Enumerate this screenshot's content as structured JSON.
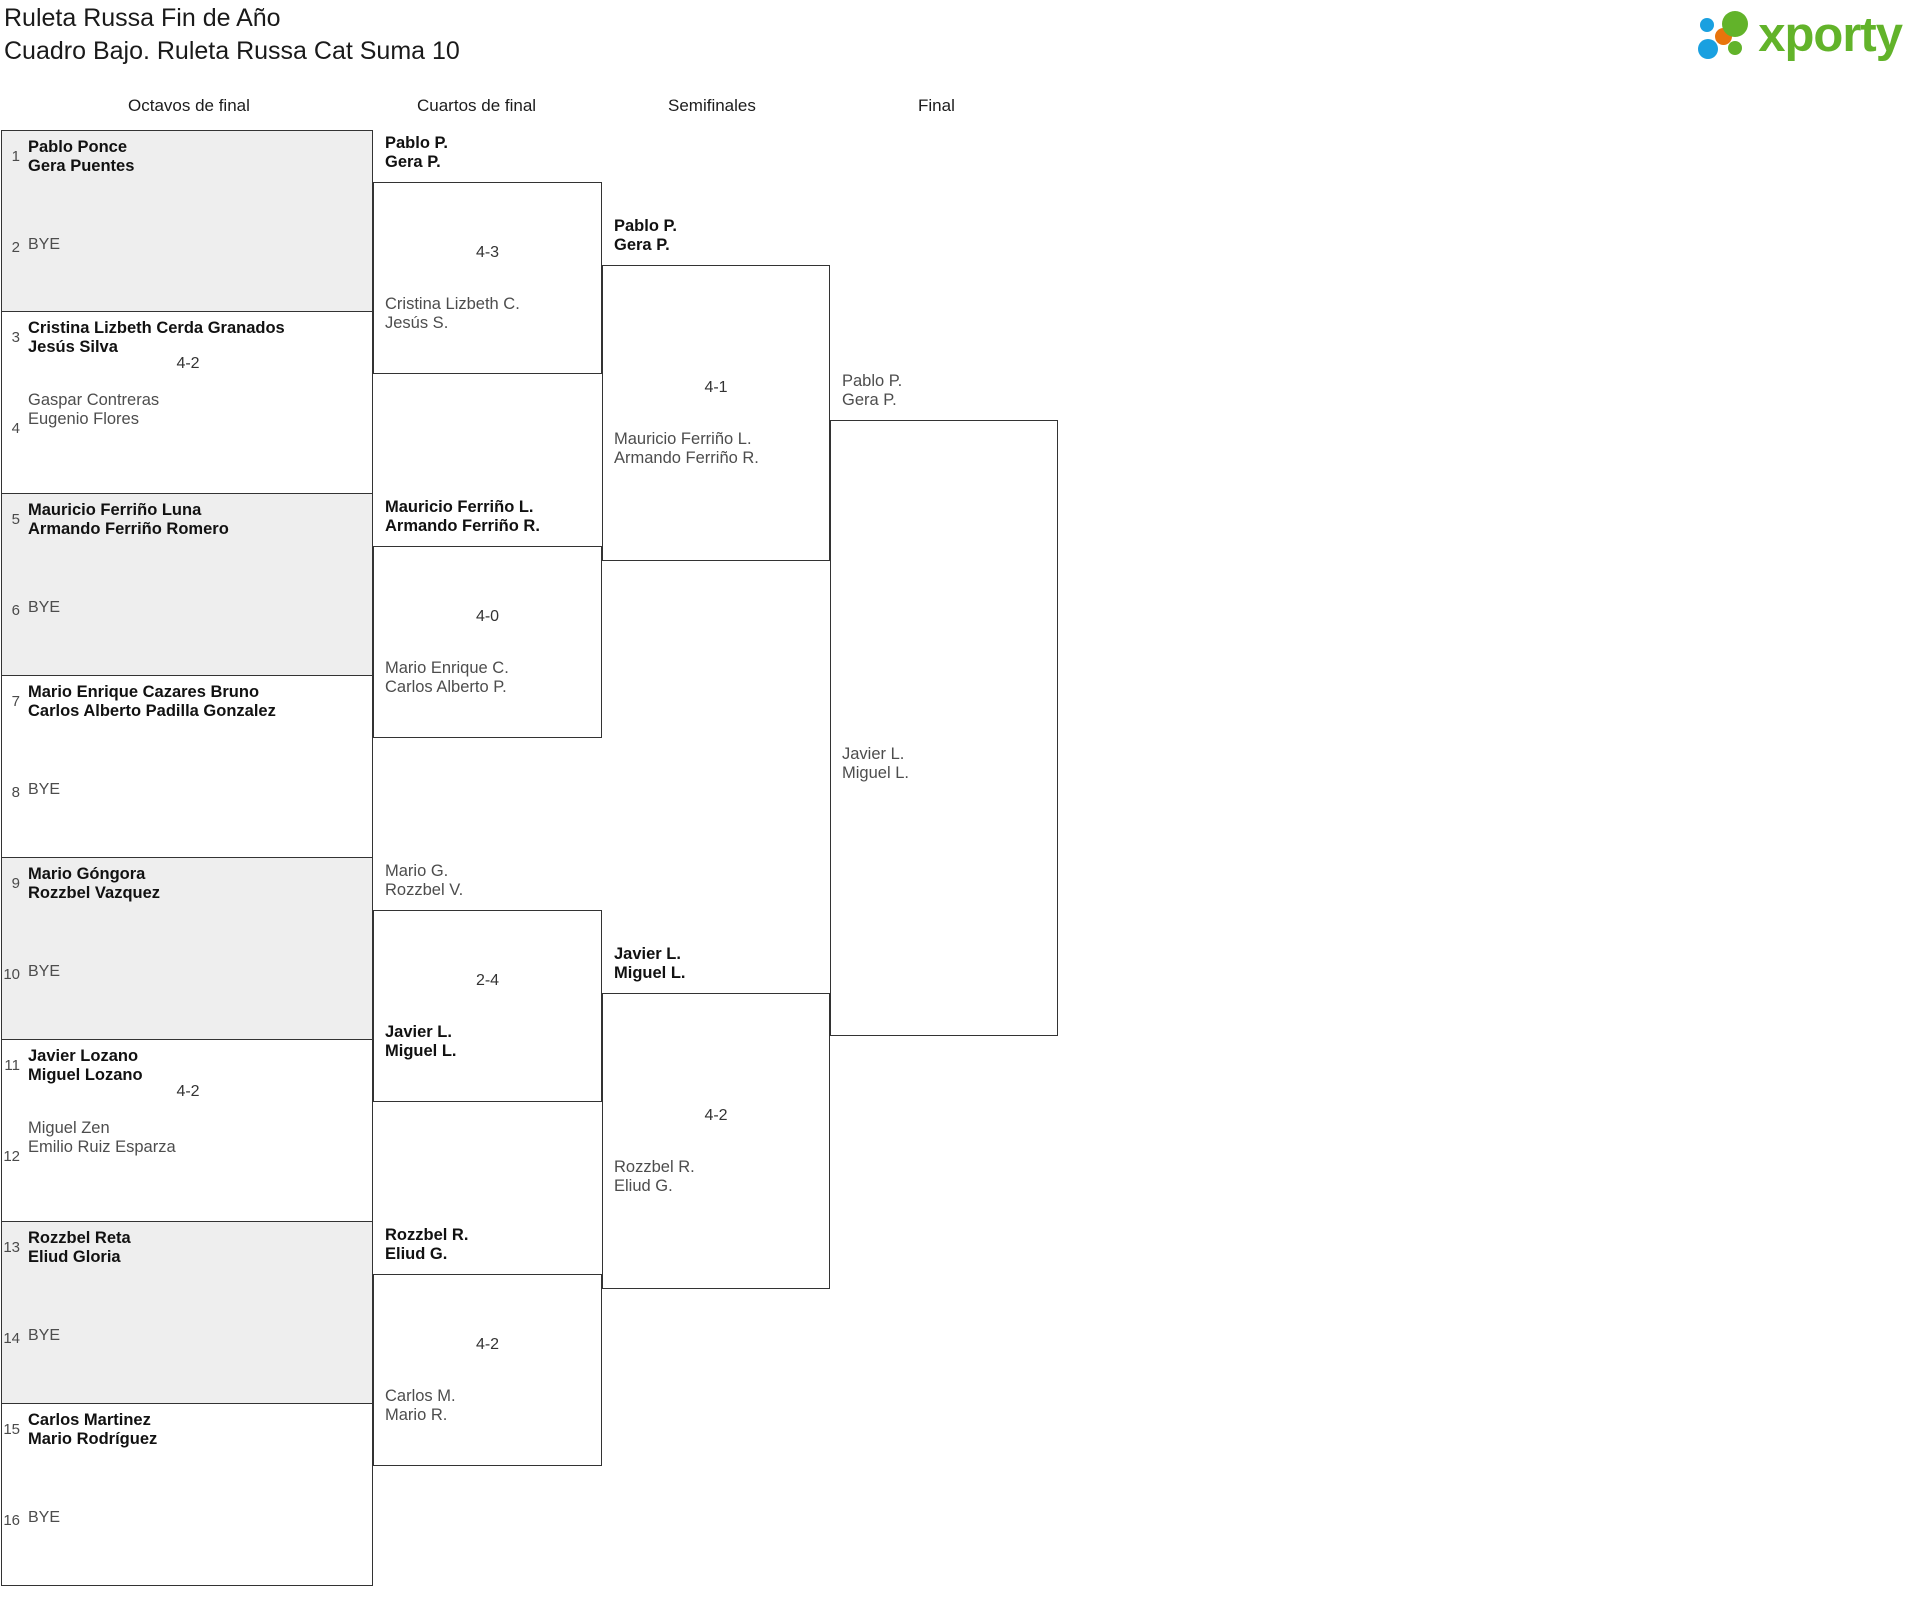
{
  "header": {
    "title_line1": "Ruleta Russa Fin de Año",
    "title_line2": "Cuadro Bajo. Ruleta Russa Cat Suma 10",
    "logo_text": "xporty"
  },
  "rounds": [
    {
      "label": "Octavos de final"
    },
    {
      "label": "Cuartos de final"
    },
    {
      "label": "Semifinales"
    },
    {
      "label": "Final"
    }
  ],
  "round1": {
    "matches": [
      {
        "score": "",
        "top": {
          "seed": "1",
          "line1": "Pablo Ponce",
          "line2": "Gera Puentes",
          "winner": true
        },
        "bottom": {
          "seed": "2",
          "bye": "BYE"
        }
      },
      {
        "score": "4-2",
        "top": {
          "seed": "3",
          "line1": "Cristina Lizbeth Cerda Granados",
          "line2": "Jesús Silva",
          "winner": true
        },
        "bottom": {
          "seed": "4",
          "line1": "Gaspar Contreras",
          "line2": "Eugenio Flores",
          "winner": false
        }
      },
      {
        "score": "",
        "top": {
          "seed": "5",
          "line1": "Mauricio Ferriño Luna",
          "line2": "Armando Ferriño Romero",
          "winner": true
        },
        "bottom": {
          "seed": "6",
          "bye": "BYE"
        }
      },
      {
        "score": "",
        "top": {
          "seed": "7",
          "line1": "Mario Enrique Cazares Bruno",
          "line2": "Carlos Alberto Padilla Gonzalez",
          "winner": true
        },
        "bottom": {
          "seed": "8",
          "bye": "BYE"
        }
      },
      {
        "score": "",
        "top": {
          "seed": "9",
          "line1": "Mario Góngora",
          "line2": "Rozzbel Vazquez",
          "winner": true
        },
        "bottom": {
          "seed": "10",
          "bye": "BYE"
        }
      },
      {
        "score": "4-2",
        "top": {
          "seed": "11",
          "line1": "Javier Lozano",
          "line2": "Miguel Lozano",
          "winner": true
        },
        "bottom": {
          "seed": "12",
          "line1": "Miguel Zen",
          "line2": "Emilio Ruiz Esparza",
          "winner": false
        }
      },
      {
        "score": "",
        "top": {
          "seed": "13",
          "line1": "Rozzbel Reta",
          "line2": "Eliud Gloria",
          "winner": true
        },
        "bottom": {
          "seed": "14",
          "bye": "BYE"
        }
      },
      {
        "score": "",
        "top": {
          "seed": "15",
          "line1": "Carlos Martinez",
          "line2": "Mario Rodríguez",
          "winner": true
        },
        "bottom": {
          "seed": "16",
          "bye": "BYE"
        }
      }
    ]
  },
  "round2": {
    "matches": [
      {
        "score": "4-3",
        "top": {
          "line1": "Pablo P.",
          "line2": "Gera P.",
          "winner": true
        },
        "bottom": {
          "line1": "Cristina Lizbeth C.",
          "line2": "Jesús S.",
          "winner": false
        }
      },
      {
        "score": "4-0",
        "top": {
          "line1": "Mauricio Ferriño L.",
          "line2": "Armando Ferriño R.",
          "winner": true
        },
        "bottom": {
          "line1": "Mario Enrique C.",
          "line2": "Carlos Alberto P.",
          "winner": false
        }
      },
      {
        "score": "2-4",
        "top": {
          "line1": "Mario G.",
          "line2": "Rozzbel V.",
          "winner": false
        },
        "bottom": {
          "line1": "Javier L.",
          "line2": "Miguel L.",
          "winner": true
        }
      },
      {
        "score": "4-2",
        "top": {
          "line1": "Rozzbel R.",
          "line2": "Eliud G.",
          "winner": true
        },
        "bottom": {
          "line1": "Carlos M.",
          "line2": "Mario R.",
          "winner": false
        }
      }
    ]
  },
  "round3": {
    "matches": [
      {
        "score": "4-1",
        "top": {
          "line1": "Pablo P.",
          "line2": "Gera P.",
          "winner": true
        },
        "bottom": {
          "line1": "Mauricio Ferriño L.",
          "line2": "Armando Ferriño R.",
          "winner": false
        }
      },
      {
        "score": "4-2",
        "top": {
          "line1": "Javier L.",
          "line2": "Miguel L.",
          "winner": true
        },
        "bottom": {
          "line1": "Rozzbel R.",
          "line2": "Eliud G.",
          "winner": false
        }
      }
    ]
  },
  "round4": {
    "matches": [
      {
        "score": "",
        "top": {
          "line1": "Pablo P.",
          "line2": "Gera P.",
          "winner": false
        },
        "bottom": {
          "line1": "Javier L.",
          "line2": "Miguel L.",
          "winner": false
        }
      }
    ]
  }
}
